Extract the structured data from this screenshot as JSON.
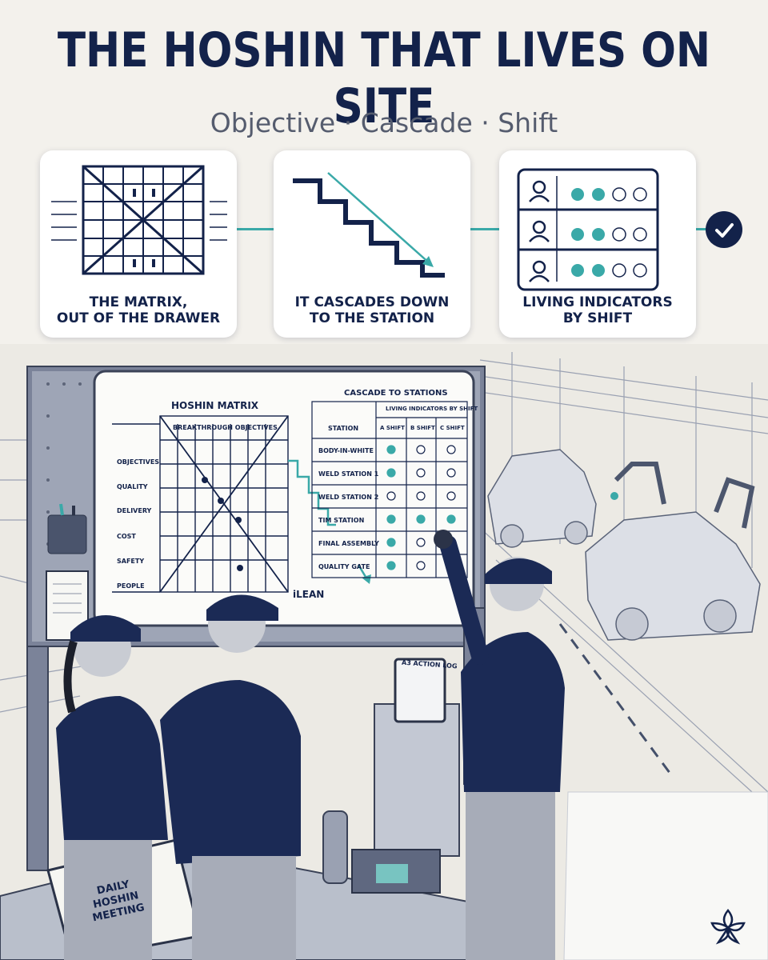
{
  "title": "THE HOSHIN THAT LIVES ON SITE",
  "subtitle": "Objective · Cascade · Shift",
  "cards": [
    {
      "label": "THE MATRIX,\nOUT OF THE DRAWER",
      "icon": "matrix-icon"
    },
    {
      "label": "IT CASCADES DOWN\nTO THE STATION",
      "icon": "cascade-stairs-icon"
    },
    {
      "label": "LIVING INDICATORS\nBY SHIFT",
      "icon": "shift-indicators-icon"
    }
  ],
  "colors": {
    "navy": "#13224a",
    "teal": "#3aa9a8",
    "background": "#f3f1ec"
  },
  "board": {
    "matrix_title": "HOSHIN MATRIX",
    "matrix_header": "BREAKTHROUGH OBJECTIVES",
    "matrix_rows": [
      "OBJECTIVES",
      "QUALITY",
      "DELIVERY",
      "COST",
      "SAFETY",
      "PEOPLE"
    ],
    "cascade_title": "CASCADE TO STATIONS",
    "indicator_header": "LIVING INDICATORS BY SHIFT",
    "station_header": "STATION",
    "shift_headers": [
      "A SHIFT",
      "B SHIFT",
      "C SHIFT"
    ],
    "stations": [
      {
        "name": "BODY-IN-WHITE",
        "shifts": [
          true,
          false,
          false
        ]
      },
      {
        "name": "WELD STATION 1",
        "shifts": [
          true,
          false,
          false
        ]
      },
      {
        "name": "WELD STATION 2",
        "shifts": [
          false,
          false,
          false
        ]
      },
      {
        "name": "TIM STATION",
        "shifts": [
          true,
          true,
          true
        ]
      },
      {
        "name": "FINAL ASSEMBLY",
        "shifts": [
          true,
          false,
          false
        ]
      },
      {
        "name": "QUALITY GATE",
        "shifts": [
          true,
          false,
          false
        ]
      }
    ],
    "brand": "iLEAN"
  },
  "clipboard_label": "A3 ACTION LOG",
  "binder_label": "DAILY\nHOSHIN\nMEETING"
}
